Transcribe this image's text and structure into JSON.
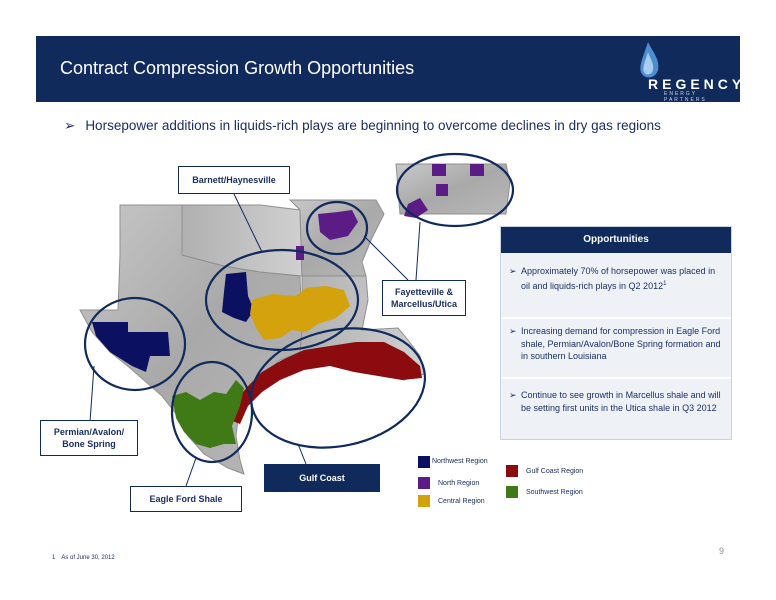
{
  "header": {
    "title": "Contract Compression Growth Opportunities"
  },
  "logo": {
    "text": "REGENCY",
    "subtext": "ENERGY PARTNERS"
  },
  "bullet": "Horsepower additions in liquids-rich plays are beginning to overcome declines in dry gas regions",
  "callouts": {
    "barnett": "Barnett/Haynesville",
    "fayetteville_1": "Fayetteville &",
    "fayetteville_2": "Marcellus/Utica",
    "permian_1": "Permian/Avalon/",
    "permian_2": "Bone Spring",
    "gulf": "Gulf Coast",
    "eagle": "Eagle Ford Shale"
  },
  "opportunities": {
    "title": "Opportunities",
    "items": [
      {
        "text": "Approximately 70% of horsepower was placed in oil and liquids-rich plays in Q2 2012",
        "sup": "1"
      },
      {
        "text": "Increasing demand for compression in Eagle Ford shale, Permian/Avalon/Bone Spring formation and in southern Louisiana",
        "sup": ""
      },
      {
        "text": "Continue to see growth in Marcellus shale and will be setting first units in the Utica shale in Q3 2012",
        "sup": ""
      }
    ]
  },
  "legend": {
    "northwest": {
      "label": "Northwest Region",
      "color": "#0b1060"
    },
    "north": {
      "label": "North Region",
      "color": "#5c1c85"
    },
    "central": {
      "label": "Central Region",
      "color": "#d3a20d"
    },
    "gulf": {
      "label": "Gulf Coast Region",
      "color": "#8b0b0f"
    },
    "southwest": {
      "label": "Southwest Region",
      "color": "#3f7a17"
    }
  },
  "page_number": "9",
  "footnote": {
    "number": "1",
    "text": "As of June 30, 2012"
  }
}
